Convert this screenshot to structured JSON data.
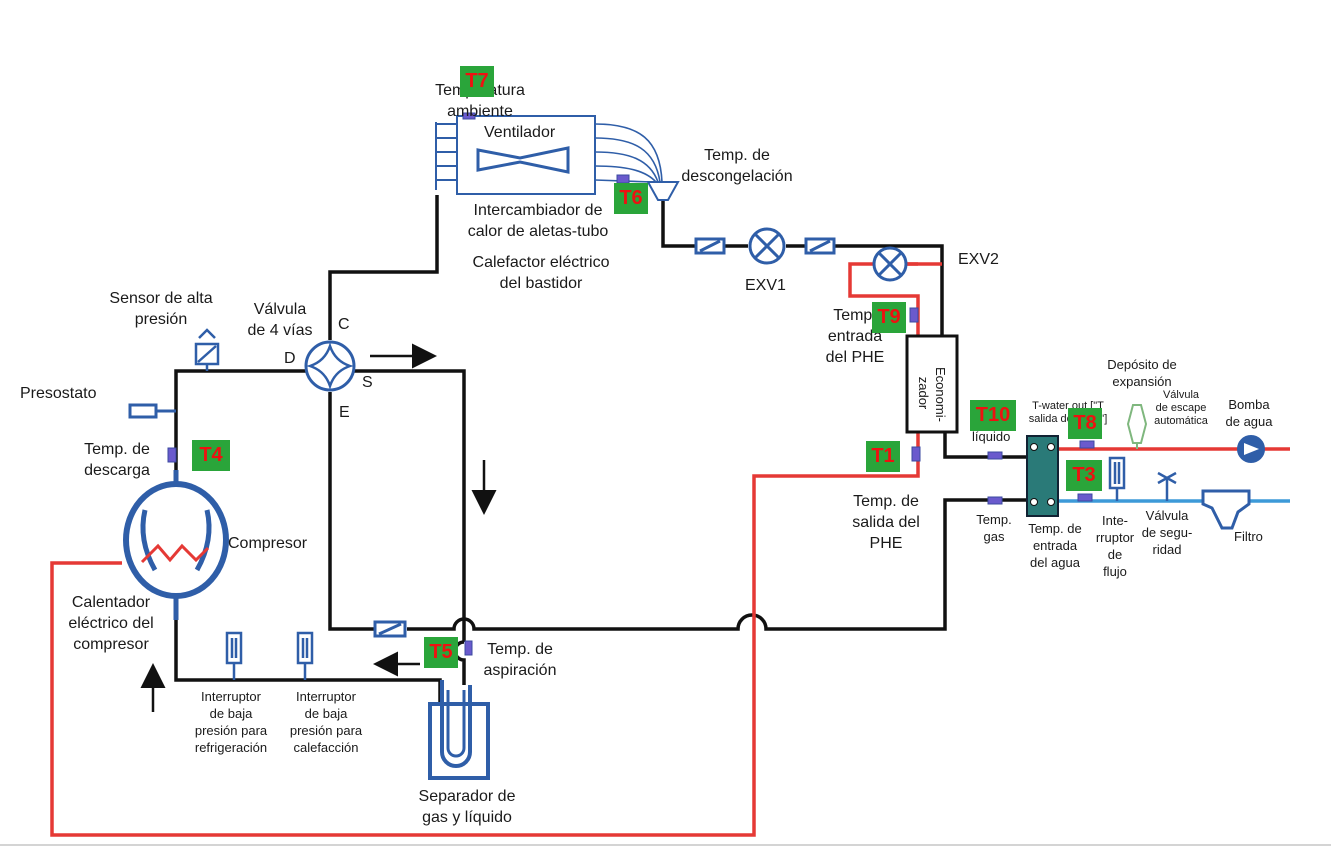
{
  "tags": {
    "t1": "T1",
    "t3": "T3",
    "t4": "T4",
    "t5": "T5",
    "t6": "T6",
    "t7": "T7",
    "t8": "T8",
    "t9": "T9",
    "t10": "T10"
  },
  "labels": {
    "ambient_temp": [
      "Temperatura",
      "ambiente"
    ],
    "fan": "Ventilador",
    "defrost_temp": [
      "Temp. de",
      "descongelación"
    ],
    "fin_tube_hx": [
      "Intercambiador de",
      "calor de aletas-tubo"
    ],
    "chassis_heater": [
      "Calefactor eléctrico",
      "del bastidor"
    ],
    "exv1": "EXV1",
    "exv2": "EXV2",
    "high_pressure_sensor": [
      "Sensor de alta",
      "presión"
    ],
    "four_way_valve": [
      "Válvula",
      "de 4 vías"
    ],
    "port_c": "C",
    "port_d": "D",
    "port_s": "S",
    "port_e": "E",
    "pressure_switch": "Presostato",
    "discharge_temp": [
      "Temp. de",
      "descarga"
    ],
    "compressor": "Compresor",
    "compressor_heater": [
      "Calentador",
      "eléctrico del",
      "compresor"
    ],
    "phe_inlet_temp": [
      "Temp.",
      "entrada",
      "del PHE"
    ],
    "economizer": [
      "Economi-",
      "zador"
    ],
    "phe_outlet_temp": [
      "Temp. de",
      "salida del",
      "PHE"
    ],
    "liquid_temp": "líquido",
    "t_water_out": [
      "T-water out [\"T",
      "salida de agua\"]"
    ],
    "expansion_tank": [
      "Depósito de",
      "expansión"
    ],
    "auto_vent_valve": [
      "Válvula",
      "de escape",
      "automática"
    ],
    "water_pump": [
      "Bomba",
      "de agua"
    ],
    "gas_temp": [
      "Temp.",
      "gas"
    ],
    "water_inlet_temp": [
      "Temp. de",
      "entrada",
      "del agua"
    ],
    "flow_switch": [
      "Inte-",
      "rruptor",
      "de",
      "flujo"
    ],
    "safety_valve": [
      "Válvula",
      "de segu-",
      "ridad"
    ],
    "filter": "Filtro",
    "suction_temp": [
      "Temp. de",
      "aspiración"
    ],
    "low_p_cooling": [
      "Interruptor",
      "de baja",
      "presión para",
      "refrigeración"
    ],
    "low_p_heating": [
      "Interruptor",
      "de baja",
      "presión para",
      "calefacción"
    ],
    "separator": [
      "Separador de",
      "gas y líquido"
    ]
  },
  "colors": {
    "line": "#111111",
    "hot": "#e53935",
    "water_in": "#3d9ad8",
    "component": "#2f5ea8",
    "tag_bg": "#2aa53a",
    "tag_text": "#ee1111"
  }
}
